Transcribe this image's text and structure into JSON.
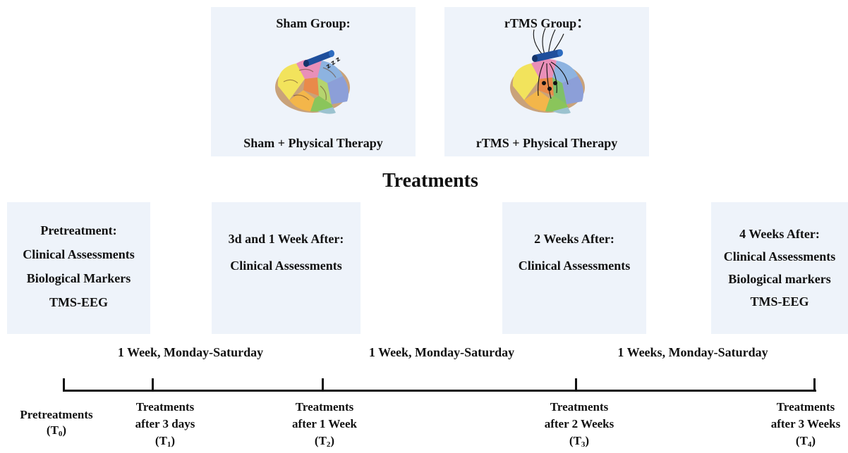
{
  "groups": {
    "sham": {
      "title": "Sham Group:",
      "caption": "Sham + Physical Therapy",
      "sleep_text": "z z z"
    },
    "rtms": {
      "title": "rTMS Group：",
      "caption": "rTMS + Physical Therapy"
    }
  },
  "treatments_title": "Treatments",
  "assessments": [
    {
      "lines": [
        "Pretreatment:",
        "Clinical Assessments",
        "Biological Markers",
        "TMS-EEG"
      ]
    },
    {
      "lines": [
        "3d and 1 Week After:",
        "Clinical Assessments"
      ]
    },
    {
      "lines": [
        "2 Weeks After:",
        "Clinical Assessments"
      ]
    },
    {
      "lines": [
        "4 Weeks After:",
        "Clinical Assessments",
        "Biological markers",
        "TMS-EEG"
      ]
    }
  ],
  "intervals": [
    "1 Week, Monday-Saturday",
    "1 Week, Monday-Saturday",
    "1 Weeks, Monday-Saturday"
  ],
  "timepoints": [
    {
      "label1": "Pretreatments",
      "label2": "",
      "code": "T",
      "sub": "0"
    },
    {
      "label1": "Treatments",
      "label2": "after 3 days",
      "code": "T",
      "sub": "1"
    },
    {
      "label1": "Treatments",
      "label2": "after 1 Week",
      "code": "T",
      "sub": "2"
    },
    {
      "label1": "Treatments",
      "label2": "after 2 Weeks",
      "code": "T",
      "sub": "3"
    },
    {
      "label1": "Treatments",
      "label2": "after 3 Weeks",
      "code": "T",
      "sub": "4"
    }
  ]
}
